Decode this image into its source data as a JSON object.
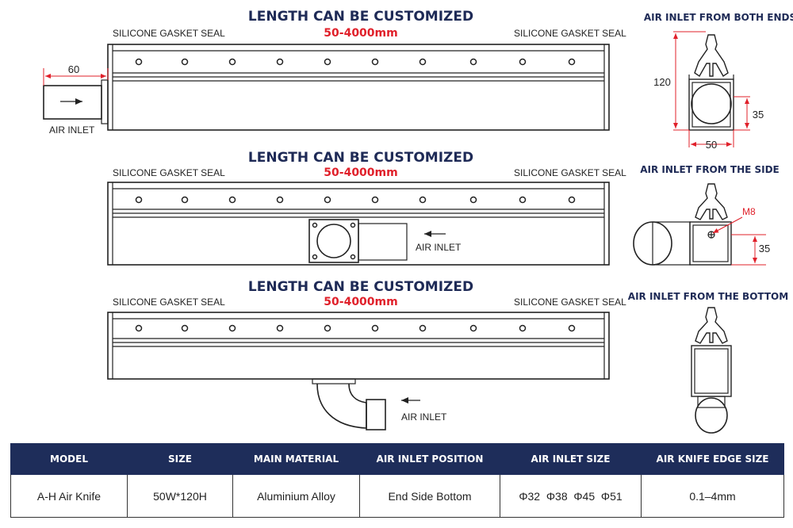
{
  "drawing": {
    "length_title": "LENGTH CAN BE CUSTOMIZED",
    "length_range": "50-4000mm",
    "gasket_label": "SILICONE GASKET SEAL",
    "air_inlet_label": "AIR INLET",
    "dim_inlet_length": "60",
    "side_views": {
      "both_ends": {
        "title": "AIR INLET FROM BOTH ENDS",
        "dim_height": "120",
        "dim_width": "50",
        "dim_offset": "35"
      },
      "side": {
        "title": "AIR INLET FROM THE SIDE",
        "thread": "M8",
        "dim_offset": "35"
      },
      "bottom": {
        "title": "AIR INLET FROM THE BOTTOM"
      }
    }
  },
  "table": {
    "headers": [
      "MODEL",
      "SIZE",
      "MAIN MATERIAL",
      "AIR INLET POSITION",
      "AIR INLET SIZE",
      "AIR KNIFE EDGE SIZE"
    ],
    "row": [
      "A-H Air Knife",
      "50W*120H",
      "Aluminium Alloy",
      "End Side Bottom",
      "Φ32  Φ38  Φ45  Φ51",
      "0.1–4mm"
    ]
  },
  "colors": {
    "navy": "#1e2d5a",
    "dimension_red": "#e0202a",
    "line": "#222222"
  }
}
